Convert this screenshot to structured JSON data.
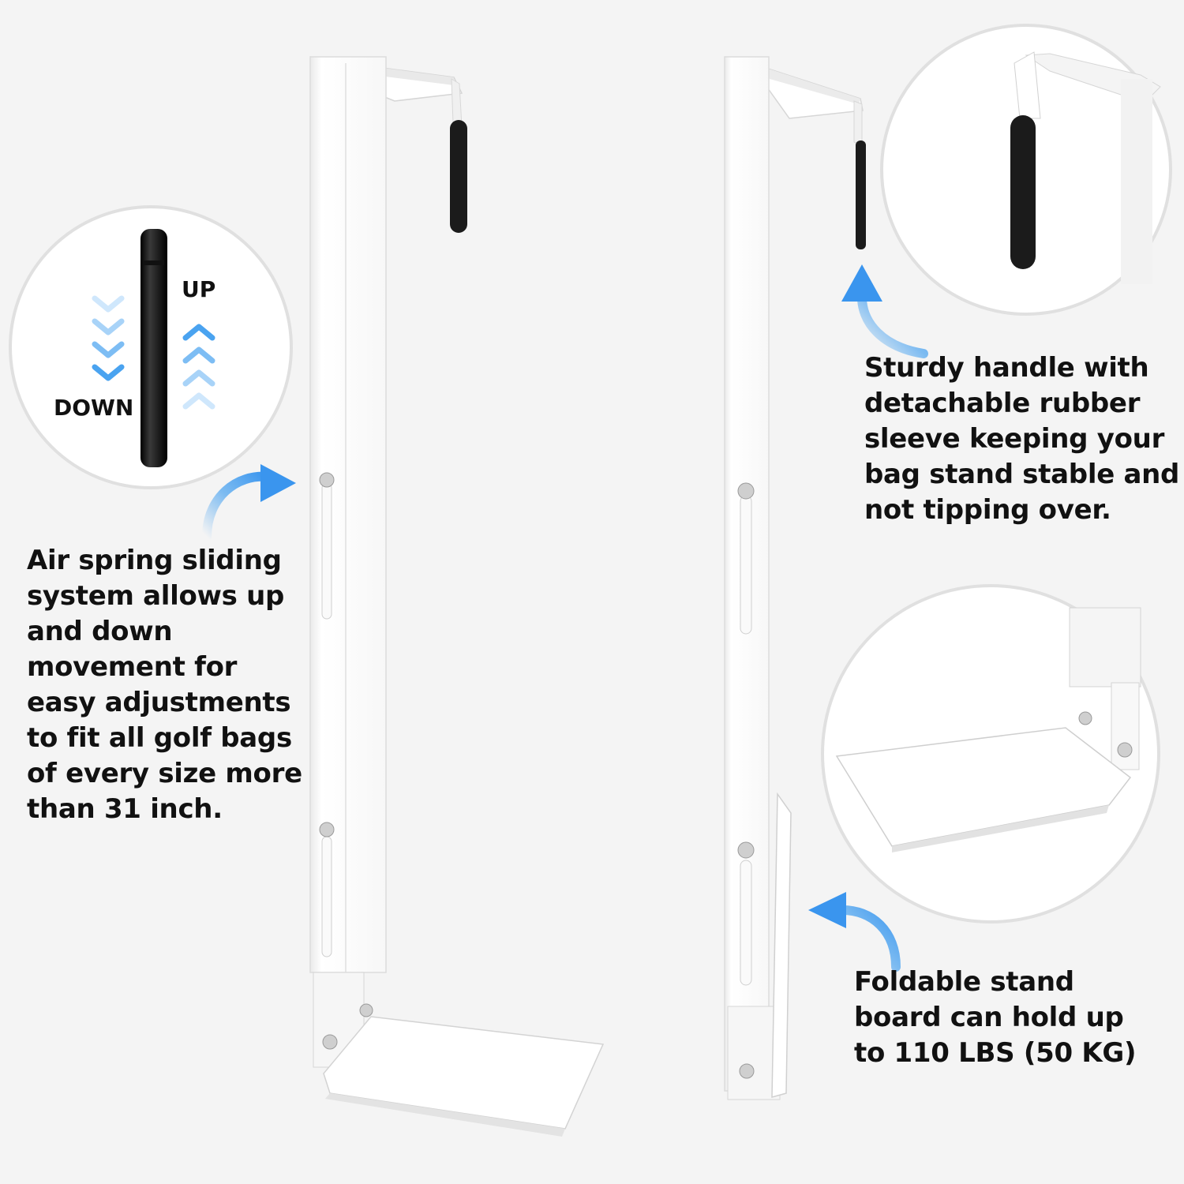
{
  "colors": {
    "background": "#f4f4f4",
    "stand": "#ffffff",
    "stand_shade": "#e2e2e2",
    "rubber": "#1a1a1a",
    "arrow_accent": "#4aa3f0",
    "chevron_light": "#bfe0fb",
    "text": "#111111"
  },
  "air_spring_inset": {
    "up_label": "UP",
    "down_label": "DOWN"
  },
  "callouts": {
    "air_spring": "Air spring sliding\nsystem allows up\nand down\nmovement for\neasy adjustments\nto fit all golf bags\nof every size more\nthan 31 inch.",
    "handle": "Sturdy handle with\ndetachable rubber\nsleeve keeping your\nbag stand stable and\nnot tipping over.",
    "board": "Foldable stand\nboard can hold up\nto 110 LBS (50 KG)"
  },
  "icons": [
    "chevron-down-icon",
    "chevron-up-icon",
    "curved-arrow-icon"
  ]
}
